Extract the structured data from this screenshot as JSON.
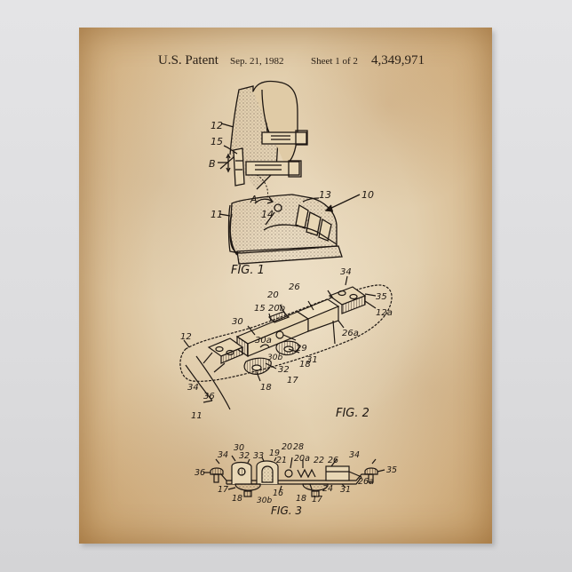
{
  "poster": {
    "background_color": "#dcdcde",
    "paper_color_center": "#e6d7bd",
    "paper_color_edge": "#c79f6a",
    "ink_color": "#1e1712"
  },
  "header": {
    "title": "U.S. Patent",
    "date": "Sep. 21, 1982",
    "sheet": "Sheet 1 of 2",
    "patent_number": "4,349,971"
  },
  "figures": {
    "fig1": {
      "caption": "FIG. 1",
      "labels": [
        "12",
        "15",
        "B",
        "10",
        "A",
        "13",
        "11",
        "14"
      ]
    },
    "fig2": {
      "caption": "FIG. 2",
      "labels": [
        "34",
        "26",
        "20",
        "35",
        "15",
        "20b",
        "12a",
        "30",
        "30a",
        "26a",
        "12",
        "30b",
        "29",
        "31",
        "18",
        "32",
        "34",
        "17",
        "36",
        "18",
        "11"
      ]
    },
    "fig3": {
      "caption": "FIG. 3",
      "labels": [
        "30",
        "20",
        "28",
        "34",
        "32",
        "33",
        "19",
        "21",
        "20a",
        "22",
        "26",
        "34",
        "36",
        "35",
        "26a",
        "17",
        "16",
        "24",
        "31",
        "18",
        "30b",
        "18",
        "17"
      ]
    }
  }
}
